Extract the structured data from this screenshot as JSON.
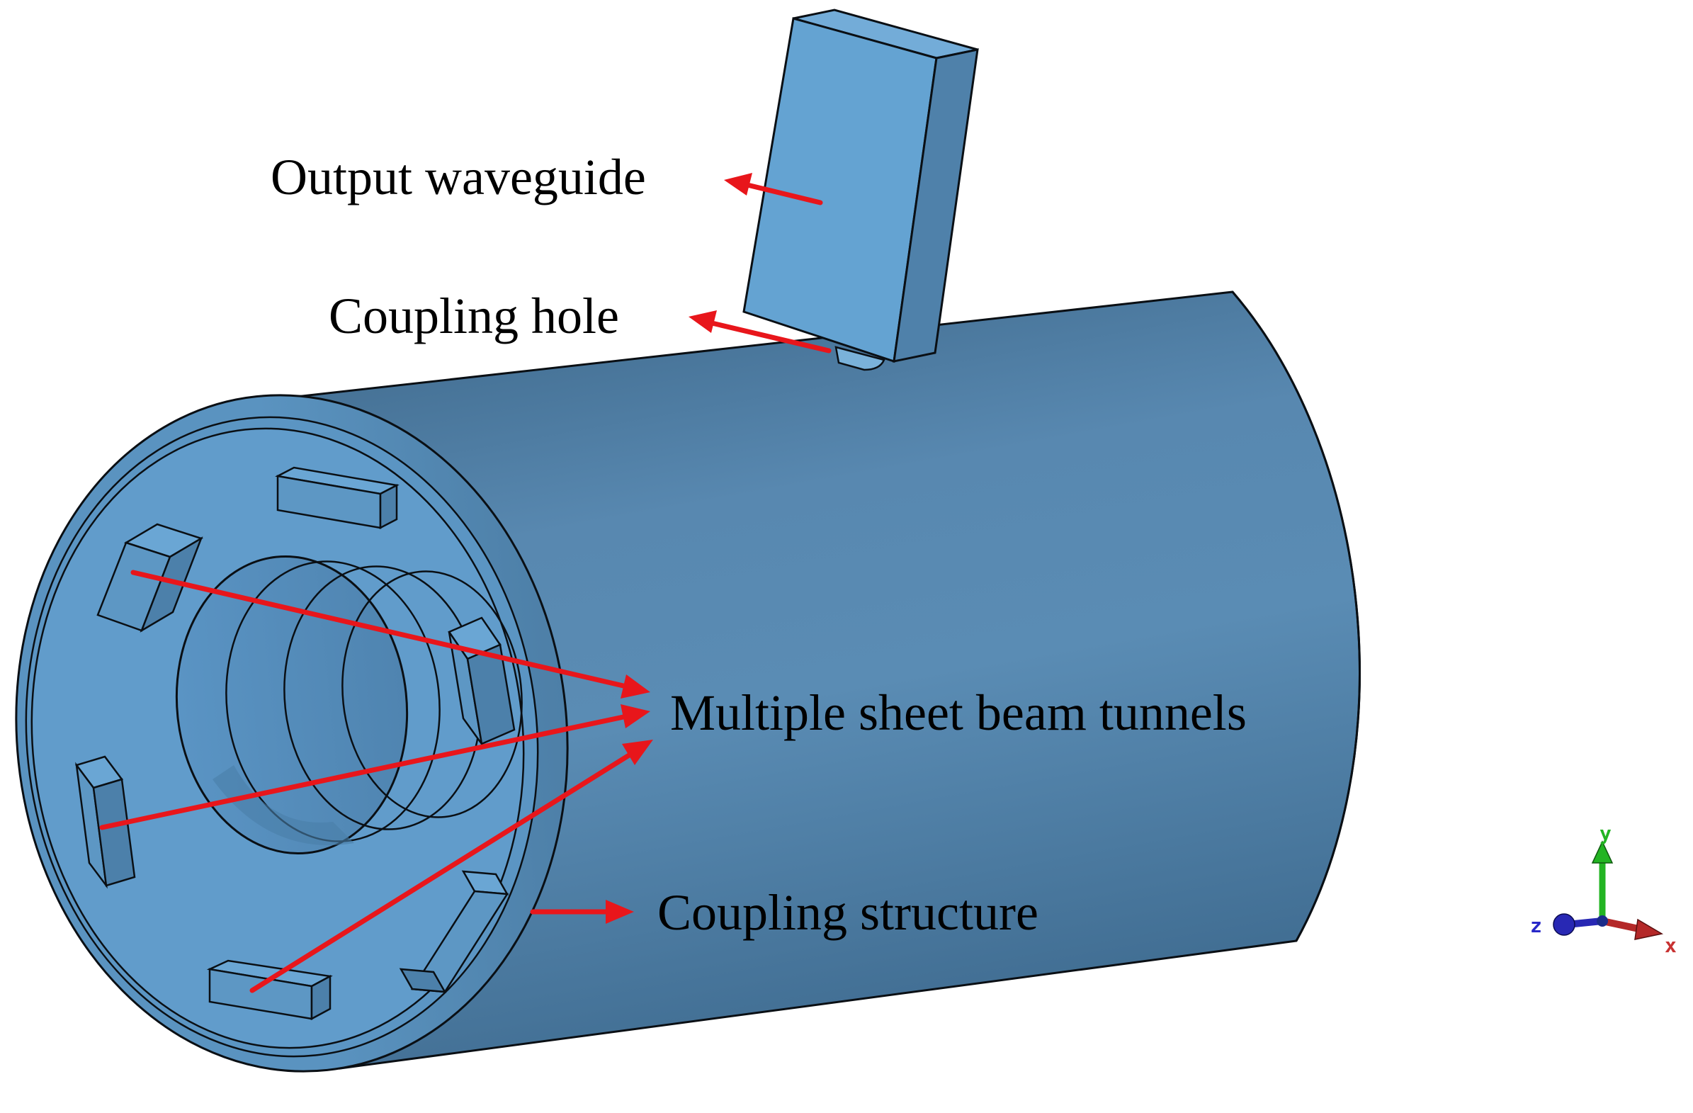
{
  "labels": {
    "output_waveguide": "Output waveguide",
    "coupling_hole": "Coupling hole",
    "beam_tunnels": "Multiple sheet beam tunnels",
    "coupling_structure": "Coupling structure"
  },
  "axes": {
    "x": "x",
    "y": "y",
    "z": "z"
  },
  "colors": {
    "body_light": "#64a0cd",
    "body_mid": "#5a8cb4",
    "body_dark": "#3f6c90",
    "edge": "#0a0f14",
    "arrow": "#e8161b",
    "axis_x": "#b42828",
    "axis_y": "#23b423",
    "axis_z": "#2828b4"
  }
}
